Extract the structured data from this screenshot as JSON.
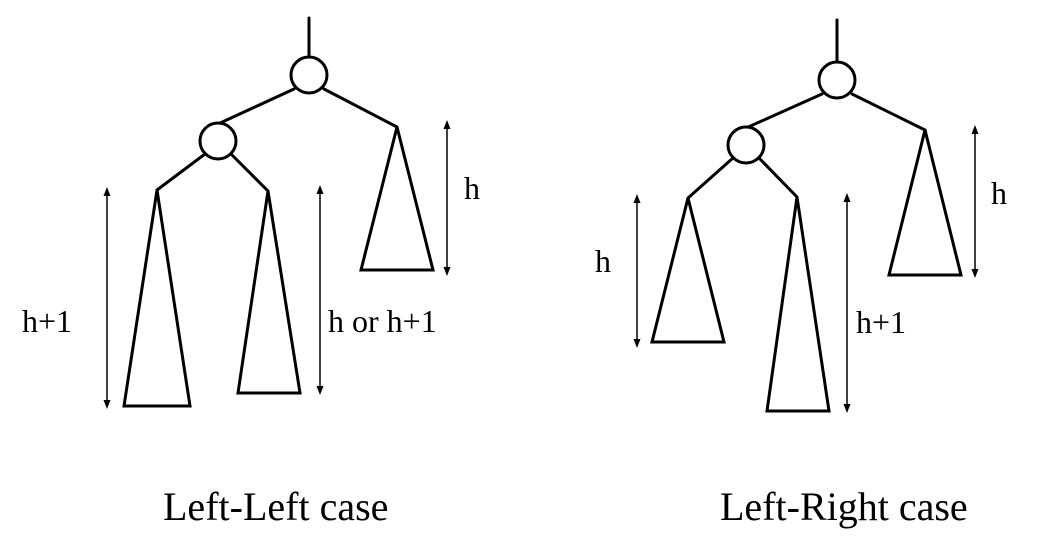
{
  "left_diagram": {
    "caption": "Left-Left case",
    "labels": {
      "left_subtree_height": "h+1",
      "middle_subtree_height": "h or h+1",
      "right_subtree_height": "h"
    }
  },
  "right_diagram": {
    "caption": "Left-Right case",
    "labels": {
      "left_subtree_height": "h",
      "middle_subtree_height": "h+1",
      "right_subtree_height": "h"
    }
  },
  "colors": {
    "stroke": "#000000",
    "background": "#ffffff"
  }
}
